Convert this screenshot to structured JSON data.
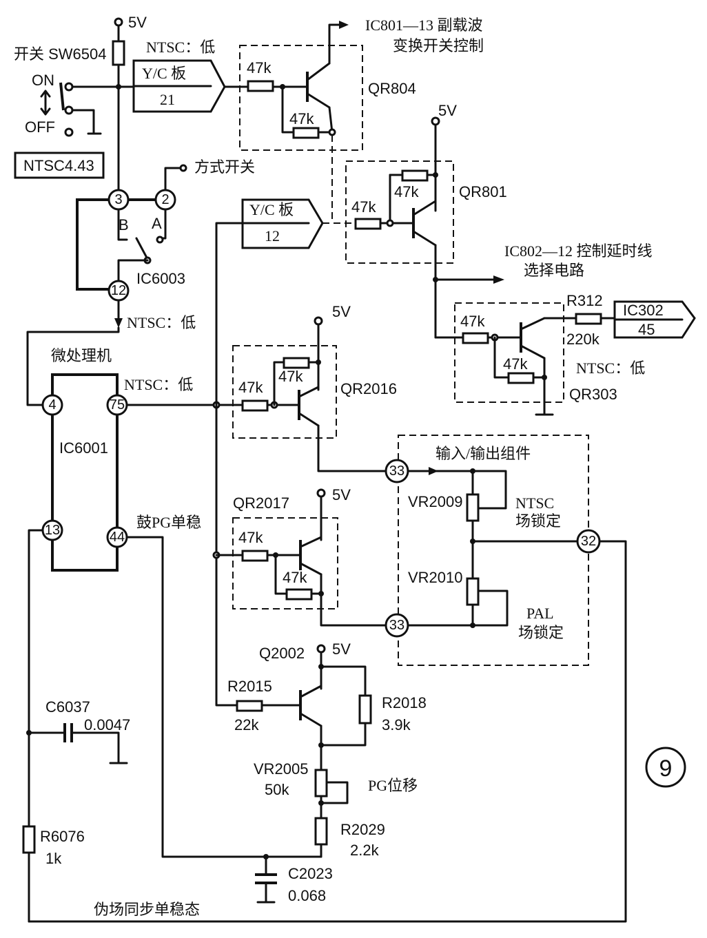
{
  "power": {
    "vcc": "5V"
  },
  "switch": {
    "name": "开关 SW6504",
    "on": "ON",
    "off": "OFF",
    "box": "NTSC4.43"
  },
  "mode_switch": "方式开关",
  "yc_board": {
    "label": "Y/C 板",
    "pin1": "21",
    "pin2": "12"
  },
  "notes": {
    "ntsc_low": "NTSC：低",
    "drum_pg": "鼓PG单稳",
    "microprocessor": "微处理机",
    "pseudo_vsync": "伪场同步单稳态",
    "figure_no": "9"
  },
  "ic": {
    "ic6003": "IC6003",
    "ic6001": "IC6001",
    "ic6003_pins": [
      "3",
      "2",
      "12"
    ],
    "ic6003_pos": [
      "B",
      "A"
    ],
    "ic6001_pins": [
      "4",
      "75",
      "13",
      "44"
    ]
  },
  "outputs": {
    "ic801": "IC801—13 副载波",
    "ic801_b": "变换开关控制",
    "ic802": "IC802—12 控制延时线",
    "ic802_b": "选择电路",
    "ic302": "IC302",
    "ic302_pin": "45"
  },
  "transistors": {
    "qr804": "QR804",
    "qr801": "QR801",
    "qr303": "QR303",
    "qr2016": "QR2016",
    "qr2017": "QR2017",
    "q2002": "Q2002"
  },
  "resistor_47k": "47k",
  "components": {
    "r312": "R312",
    "r312_v": "220k",
    "r2015": "R2015",
    "r2015_v": "22k",
    "r2018": "R2018",
    "r2018_v": "3.9k",
    "vr2005": "VR2005",
    "vr2005_v": "50k",
    "pg_shift": "PG位移",
    "r2029": "R2029",
    "r2029_v": "2.2k",
    "c6037": "C6037",
    "c6037_v": "0.0047",
    "r6076": "R6076",
    "r6076_v": "1k",
    "c2023": "C2023",
    "c2023_v": "0.068"
  },
  "io_module": {
    "title": "输入/输出组件",
    "pin33": "33",
    "pin32": "32",
    "vr2009": "VR2009",
    "vr2010": "VR2010",
    "ntsc_lock": "NTSC",
    "ntsc_lock_b": "场锁定",
    "pal_lock": "PAL",
    "pal_lock_b": "场锁定"
  }
}
